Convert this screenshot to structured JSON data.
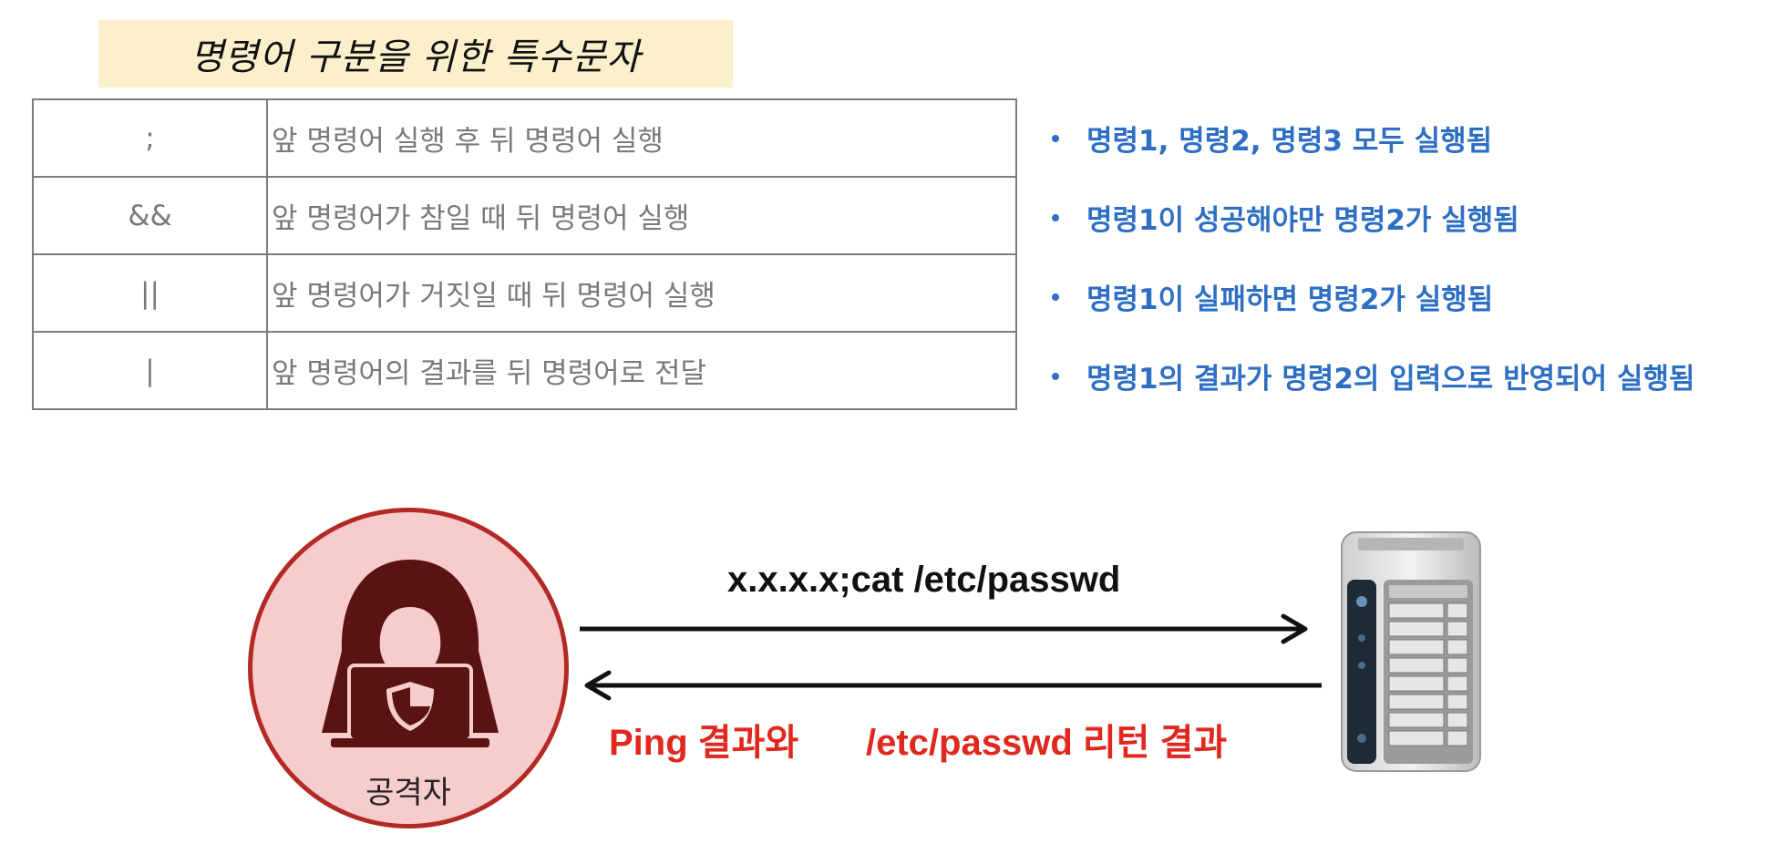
{
  "title": "명령어 구분을 위한 특수문자",
  "operators": [
    {
      "symbol": ";",
      "description": "앞 명령어 실행 후 뒤 명령어 실행"
    },
    {
      "symbol": "&&",
      "description": "앞 명령어가 참일 때 뒤 명령어 실행"
    },
    {
      "symbol": "||",
      "description": "앞 명령어가 거짓일 때 뒤 명령어 실행"
    },
    {
      "symbol": "|",
      "description": "앞 명령어의 결과를 뒤 명령어로 전달"
    }
  ],
  "explanations": [
    "명령1, 명령2, 명령3 모두 실행됨",
    "명령1이 성공해야만 명령2가 실행됨",
    "명령1이 실패하면 명령2가 실행됨",
    "명령1의 결과가 명령2의 입력으로 반영되어 실행됨"
  ],
  "diagram": {
    "attacker_label": "공격자",
    "request_label": "x.x.x.x;cat /etc/passwd",
    "response_label_1": "Ping 결과와",
    "response_label_2": "/etc/passwd 리턴 결과"
  },
  "colors": {
    "title_bg": "#fbefcc",
    "explanation": "#2e6fc3",
    "attacker_circle_fill": "#f6cccc",
    "attacker_circle_border": "#b32a24",
    "response_text": "#e0281e"
  },
  "icons": [
    "hooded-hacker-icon",
    "laptop-shield-icon",
    "nas-server-icon"
  ]
}
